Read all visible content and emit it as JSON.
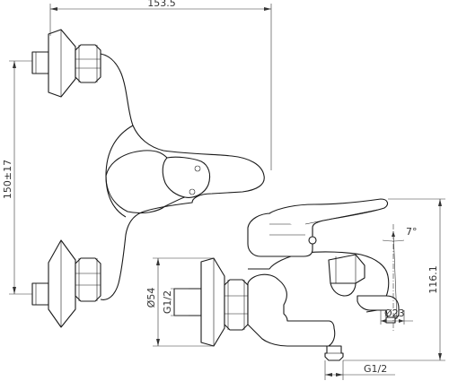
{
  "dimensions": {
    "overall_width": "153.5",
    "inlet_spacing": "150±17",
    "height": "116.1",
    "flange_diameter": "Ø54",
    "thread_inlet": "G1/2",
    "outlet_diameter": "Ø23",
    "outlet_thread": "G1/2",
    "spout_angle": "7°"
  }
}
